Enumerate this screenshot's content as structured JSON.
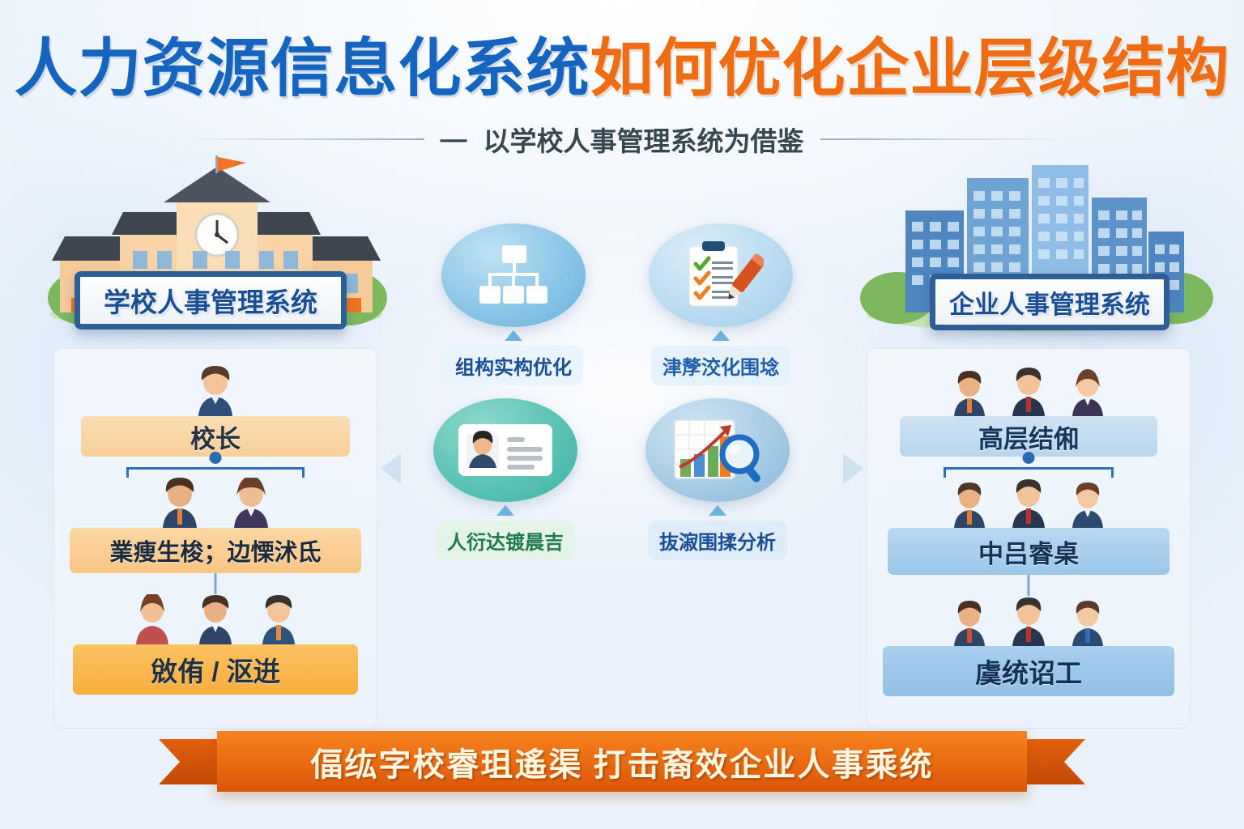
{
  "title": {
    "segment_blue": "人力资源信息化系统",
    "segment_orange": "如何优化企业层级结构",
    "dash_left": "—",
    "subtitle": "以学校人事管理系统为借鉴"
  },
  "colors": {
    "title_blue": "#1565c0",
    "title_orange": "#ef6c12",
    "plaque_border": "#2d5e95",
    "banner_orange": "#ea6a10",
    "left_box_amber": "#f8ae3c",
    "right_box_blue": "#8fc0e6"
  },
  "left_panel": {
    "illustration": "school-building-illustration",
    "plaque_label": "学校人事管理系统",
    "levels": [
      {
        "label": "校长",
        "icon": "principal-avatar-icon",
        "people": 1
      },
      {
        "label": "業痩生梭；边慄沭氐",
        "icon": "department-heads-icon",
        "people": 2
      },
      {
        "label": "敓侑 / 沤逬",
        "icon": "teachers-staff-icon",
        "people": 3
      }
    ]
  },
  "right_panel": {
    "illustration": "office-buildings-illustration",
    "plaque_label": "企业人事管理系统",
    "levels": [
      {
        "label": "高层结俰",
        "icon": "executives-icon",
        "people": 3
      },
      {
        "label": "中吕睿桌",
        "icon": "middle-managers-icon",
        "people": 3
      },
      {
        "label": "虞统诏工",
        "icon": "frontline-employees-icon",
        "people": 3
      }
    ]
  },
  "center_features": [
    {
      "id": "org-structure",
      "icon": "org-chart-icon",
      "label": "组构实构优化",
      "disc": "d-blue",
      "chip": "chip-blue"
    },
    {
      "id": "process-std",
      "icon": "checklist-pencil-icon",
      "label": "津孷洨化围埝",
      "disc": "d-ice",
      "chip": "chip-ice"
    },
    {
      "id": "talent-files",
      "icon": "id-card-icon",
      "label": "人衍达镀晨吉",
      "disc": "d-teal",
      "chip": "chip-green"
    },
    {
      "id": "data-analysis",
      "icon": "chart-magnifier-icon",
      "label": "抜漃围揉分析",
      "disc": "d-steel",
      "chip": "chip-steel"
    }
  ],
  "banner": {
    "text": "偪纮字校睿珇遙渠  打击裔效企业人事乘统"
  }
}
